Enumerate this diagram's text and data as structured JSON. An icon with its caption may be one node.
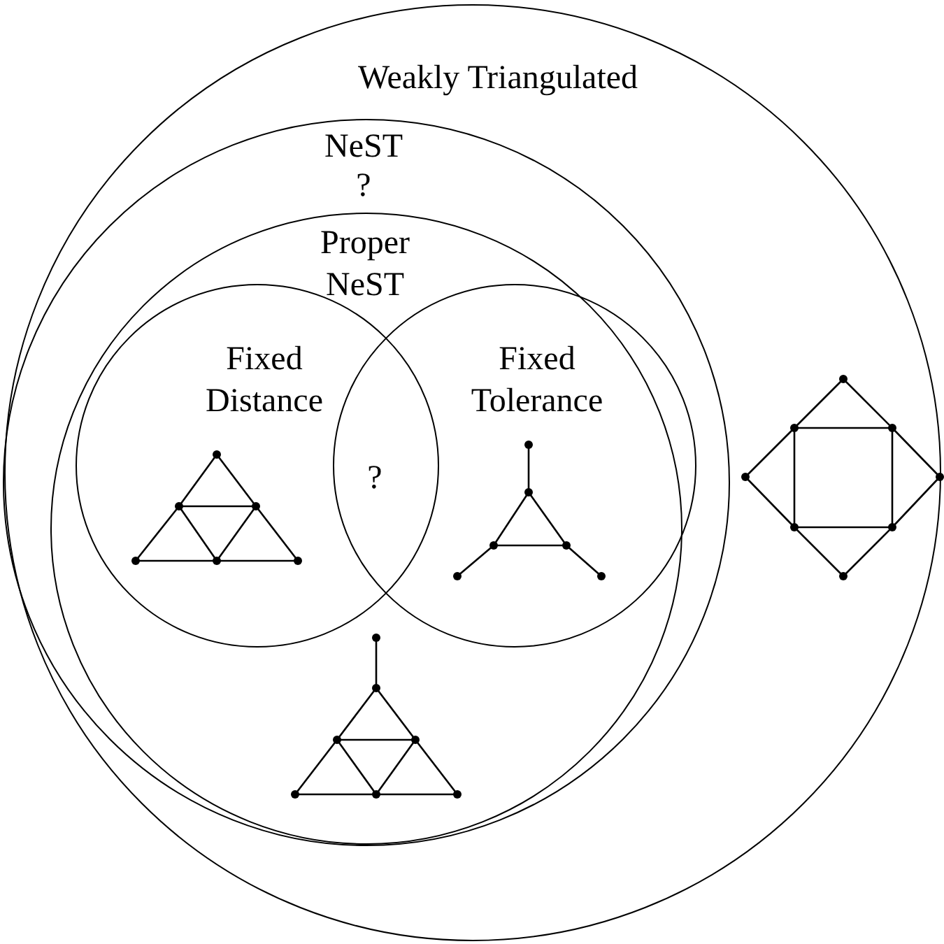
{
  "diagram": {
    "nodes": [
      {
        "text": [
          "Weakly Triangulated"
        ]
      },
      {
        "text": [
          "NeST",
          "?"
        ],
        "in": 0
      },
      {
        "text": [
          "Proper NeST"
        ],
        "in": 1
      },
      {
        "text": [
          "Fixed Distance"
        ],
        "in": 2
      },
      {
        "text": [
          "Fixed Tolerance"
        ],
        "in": 2
      }
    ],
    "labels": [
      "?"
    ]
  }
}
